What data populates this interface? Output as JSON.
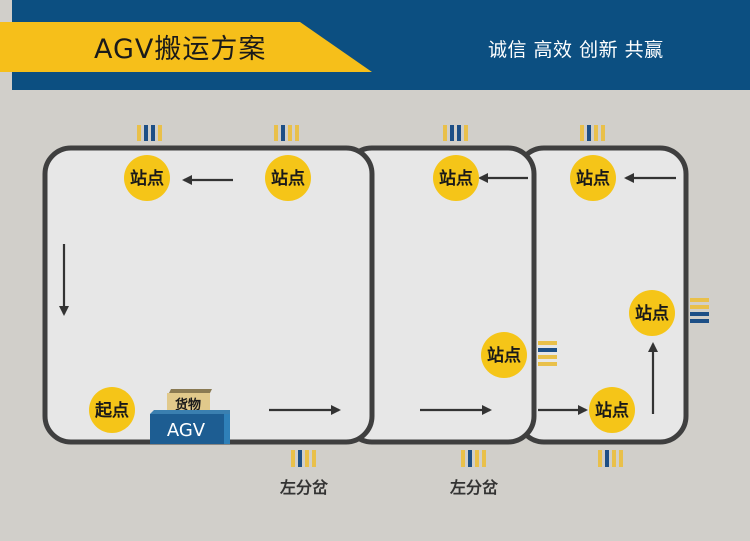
{
  "header": {
    "title": "AGV搬运方案",
    "slogan": "诚信 高效 创新 共赢"
  },
  "diagram": {
    "station_label": "站点",
    "start_label": "起点",
    "fork_label": "左分岔",
    "cargo_label": "货物",
    "agv_label": "AGV"
  },
  "colors": {
    "header_blue": "#0c4f81",
    "banner_yellow": "#f6bf1a",
    "node_yellow": "#f5c518",
    "track": "#3f3f3f",
    "panel": "#e7e7e7"
  }
}
